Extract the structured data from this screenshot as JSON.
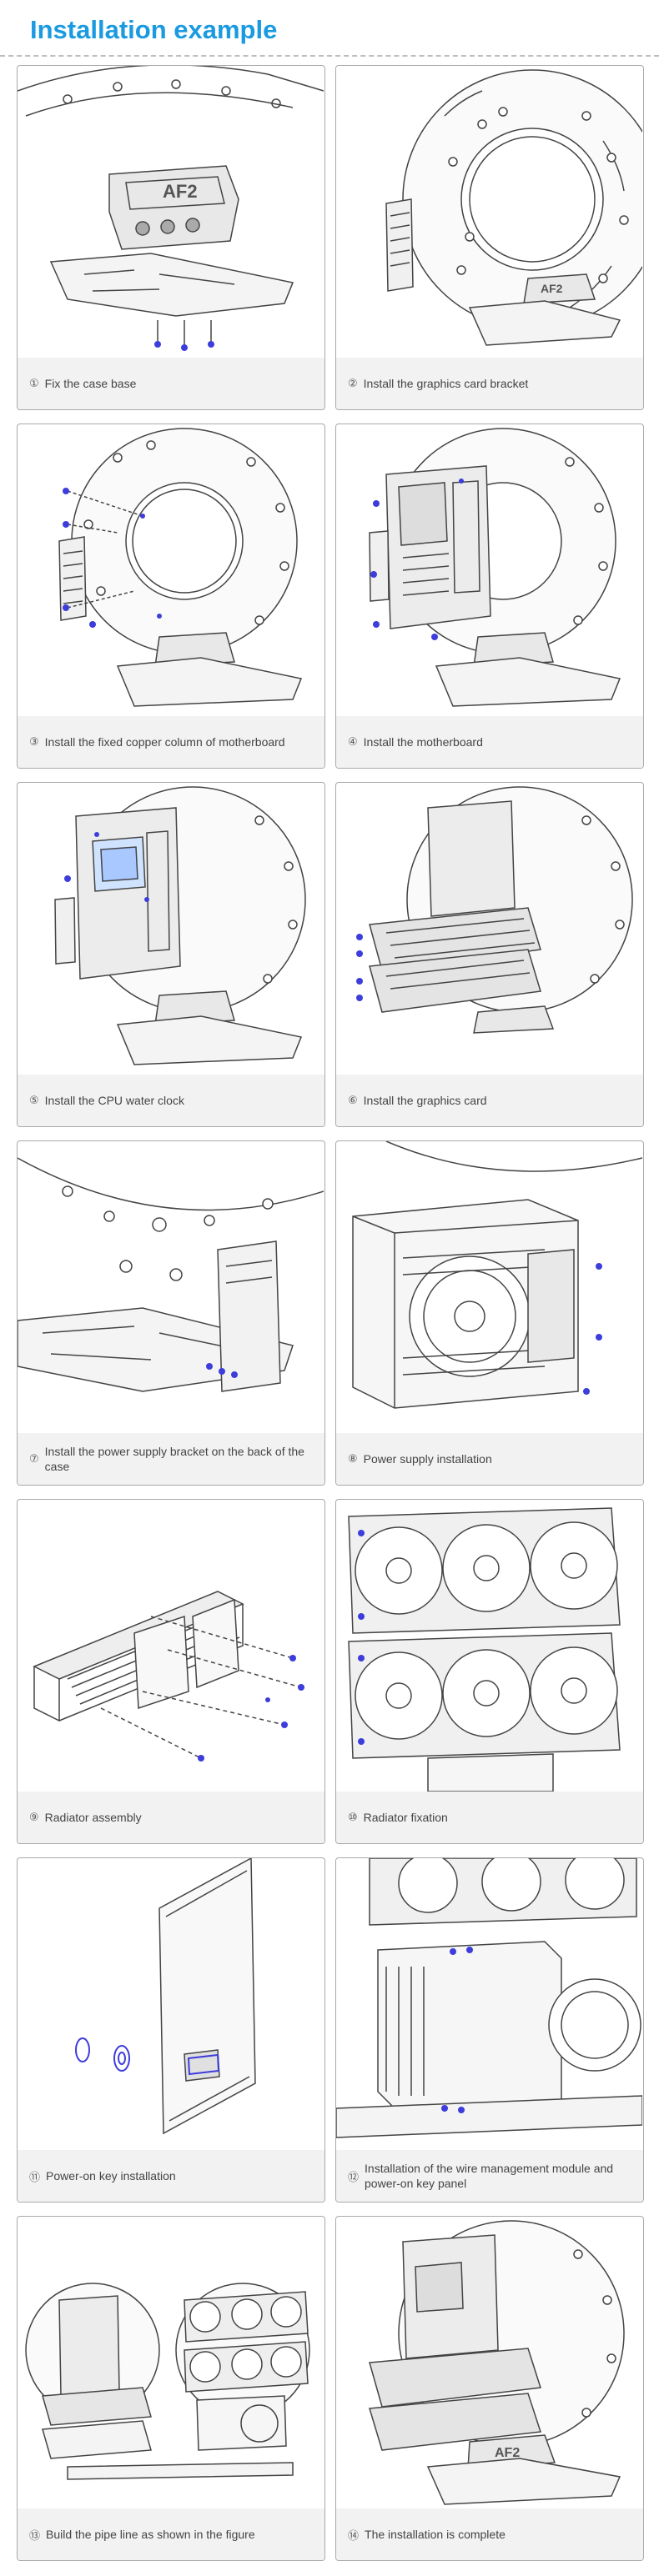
{
  "header": {
    "title": "Installation example"
  },
  "steps": [
    {
      "num": "①",
      "text": "Fix the case base"
    },
    {
      "num": "②",
      "text": "Install the graphics card bracket"
    },
    {
      "num": "③",
      "text": "Install the fixed copper column of motherboard"
    },
    {
      "num": "④",
      "text": "Install the motherboard"
    },
    {
      "num": "⑤",
      "text": "Install the CPU water clock"
    },
    {
      "num": "⑥",
      "text": "Install the graphics card"
    },
    {
      "num": "⑦",
      "text": "Install the power supply bracket on the back of the case"
    },
    {
      "num": "⑧",
      "text": "Power supply installation"
    },
    {
      "num": "⑨",
      "text": "Radiator assembly"
    },
    {
      "num": "⑩",
      "text": "Radiator fixation"
    },
    {
      "num": "⑪",
      "text": "Power-on key installation"
    },
    {
      "num": "⑫",
      "text": "Installation of the wire management module and power-on key panel"
    },
    {
      "num": "⑬",
      "text": "Build the pipe line as shown in the figure"
    },
    {
      "num": "⑭",
      "text": "The installation is complete"
    }
  ],
  "logo": {
    "text": "AF2"
  },
  "colors": {
    "title": "#1a9ae0",
    "accent_blue": "#3d3ddb",
    "line": "#444444",
    "caption_bg": "#f2f2f2",
    "border": "#a9a9a9"
  }
}
